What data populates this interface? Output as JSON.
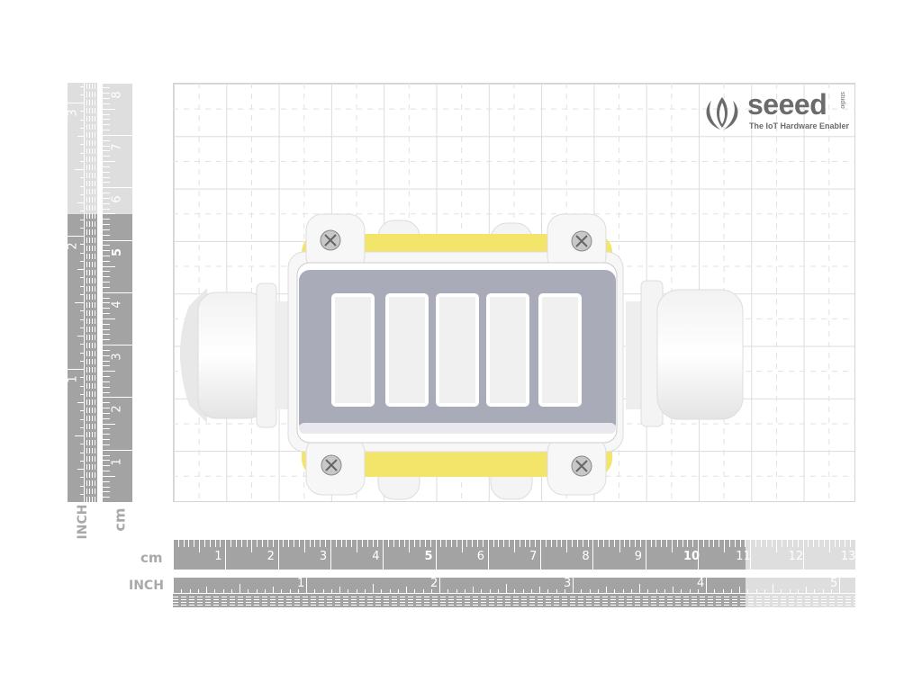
{
  "logo": {
    "brand": "seeed",
    "sub": "studio",
    "tagline": "The IoT Hardware Enabler"
  },
  "rulers": {
    "cm_label": "cm",
    "inch_label": "INCH",
    "horizontal_cm": [
      "1",
      "2",
      "3",
      "4",
      "5",
      "6",
      "7",
      "8",
      "9",
      "10",
      "11",
      "12",
      "13"
    ],
    "horizontal_inch": [
      "1",
      "2",
      "3",
      "4",
      "5"
    ],
    "vertical_cm": [
      "1",
      "2",
      "3",
      "4",
      "5",
      "6",
      "7",
      "8"
    ],
    "vertical_inch": [
      "1",
      "2",
      "3"
    ]
  },
  "colors": {
    "ruler_dark": "#a3a3a3",
    "ruler_light": "#dedede",
    "grid": "#dcdcdc",
    "logo": "#6b6b6b",
    "sensor_panel": "#a9abb8"
  }
}
